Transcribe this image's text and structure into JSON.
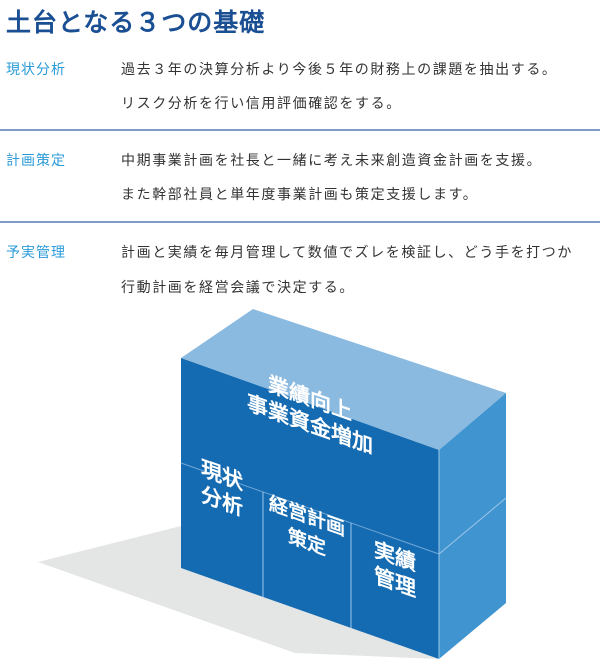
{
  "title": "土台となる３つの基礎",
  "rows": [
    {
      "label": "現状分析",
      "lines": [
        "過去３年の決算分析より今後５年の財務上の課題を抽出する。",
        "リスク分析を行い信用評価確認をする。"
      ]
    },
    {
      "label": "計画策定",
      "lines": [
        "中期事業計画を社長と一緒に考え未来創造資金計画を支援。",
        "また幹部社員と単年度事業計画も策定支援します。"
      ]
    },
    {
      "label": "予実管理",
      "lines": [
        "計画と実績を毎月管理して数値でズレを検証し、どう手を打つか",
        "行動計画を経営会議で決定する。"
      ]
    }
  ],
  "diagram": {
    "top_block": [
      "業績向上",
      "事業資金増加"
    ],
    "pillars": [
      [
        "現状",
        "分析"
      ],
      [
        "経営計画",
        "策定"
      ],
      [
        "実績",
        "管理"
      ]
    ],
    "colors": {
      "front": "#156bb1",
      "top": "#8bbae0",
      "side": "#4095d1",
      "shadow": "#e4e5e5"
    }
  }
}
